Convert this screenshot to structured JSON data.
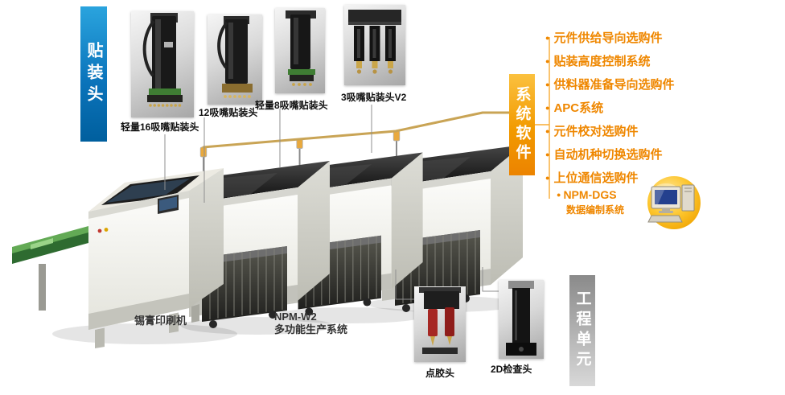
{
  "placement_heads": {
    "banner": "贴装头",
    "items": [
      {
        "label": "轻量16吸嘴贴装头"
      },
      {
        "label": "12吸嘴贴装头"
      },
      {
        "label": "轻量8吸嘴贴装头"
      },
      {
        "label": "3吸嘴贴装头V2"
      }
    ]
  },
  "production_line": {
    "printer_label": "锡膏印刷机",
    "system_name": "NPM-W2",
    "system_desc": "多功能生产系统"
  },
  "system_software": {
    "banner": "系统软件",
    "bullet": "●",
    "options": [
      "元件供给导向选购件",
      "贴装高度控制系统",
      "供料器准备导向选购件",
      "APC系统",
      "元件校对选购件",
      "自动机种切换选购件",
      "上位通信选购件"
    ],
    "dgs": {
      "name": "NPM-DGS",
      "desc": "数据编制系统"
    }
  },
  "process_units": {
    "banner": "工程单元",
    "items": [
      {
        "label": "点胶头"
      },
      {
        "label": "2D检查头"
      }
    ]
  },
  "colors": {
    "banner_blue": "#0b74bb",
    "banner_orange": "#f29a00",
    "banner_gray": "#a5a5a5",
    "option_text": "#ef8700",
    "connector_tan": "#c9a455",
    "machine_top": "#1a1a1a",
    "machine_body": "#f2f2ec",
    "pcb_green": "#5aa04e"
  }
}
